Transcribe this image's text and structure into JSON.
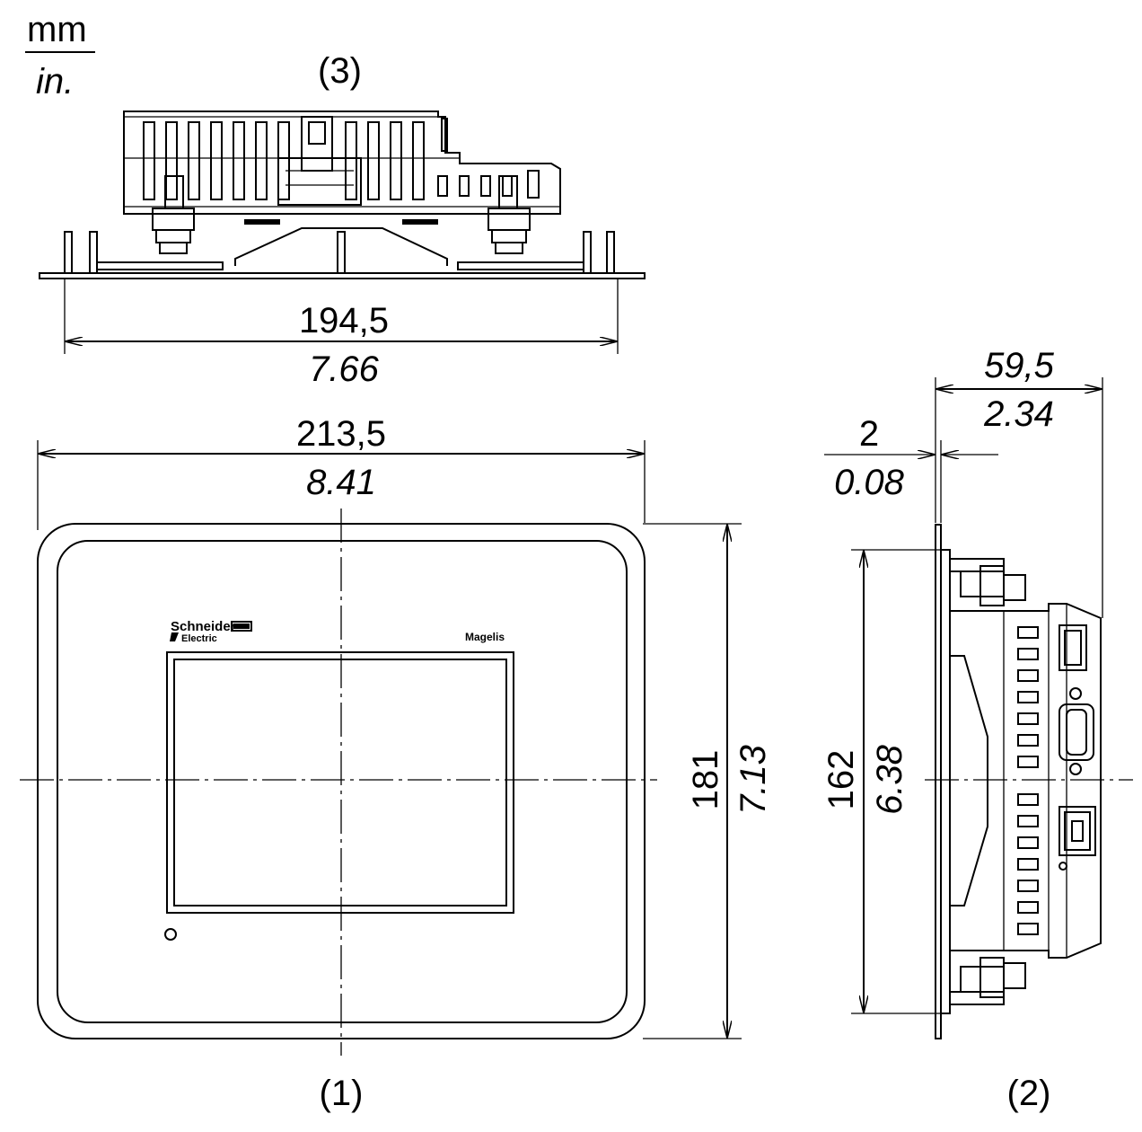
{
  "units": {
    "top": "mm",
    "bottom": "in."
  },
  "views": {
    "front": "(1)",
    "side": "(2)",
    "top": "(3)"
  },
  "dimensions": {
    "top_width": {
      "mm": "194,5",
      "in": "7.66"
    },
    "front_width": {
      "mm": "213,5",
      "in": "8.41"
    },
    "front_height": {
      "mm": "181",
      "in": "7.13"
    },
    "side_height": {
      "mm": "162",
      "in": "6.38"
    },
    "side_depth": {
      "mm": "59,5",
      "in": "2.34"
    },
    "bezel_thickness": {
      "mm": "2",
      "in": "0.08"
    }
  },
  "logos": {
    "brand_line1": "Schneider",
    "brand_line2": "Electric",
    "product": "Magelis"
  }
}
